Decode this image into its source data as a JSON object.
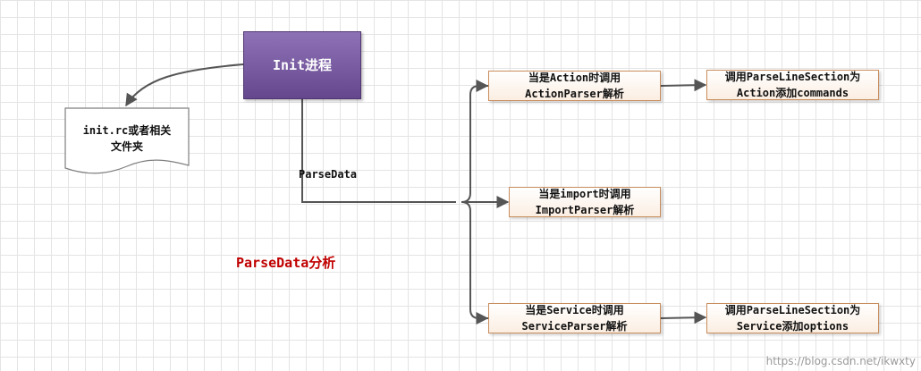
{
  "nodes": {
    "init": "Init进程",
    "file": [
      "init.rc或者相关",
      "文件夹"
    ],
    "action_parser": [
      "当是Action时调用",
      "ActionParser解析"
    ],
    "import_parser": [
      "当是import时调用",
      "ImportParser解析"
    ],
    "service_parser": [
      "当是Service时调用",
      "ServiceParser解析"
    ],
    "action_commands": [
      "调用ParseLineSection为",
      "Action添加commands"
    ],
    "service_options": [
      "调用ParseLineSection为",
      "Service添加options"
    ]
  },
  "labels": {
    "edge_parse_data": "ParseData",
    "diagram_title": "ParseData分析"
  },
  "watermark": "https://blog.csdn.net/ikwxty",
  "colors": {
    "init_fill": "#7a5ca3",
    "box_border": "#c98d5d",
    "title_red": "#c00000",
    "line": "#555555"
  }
}
